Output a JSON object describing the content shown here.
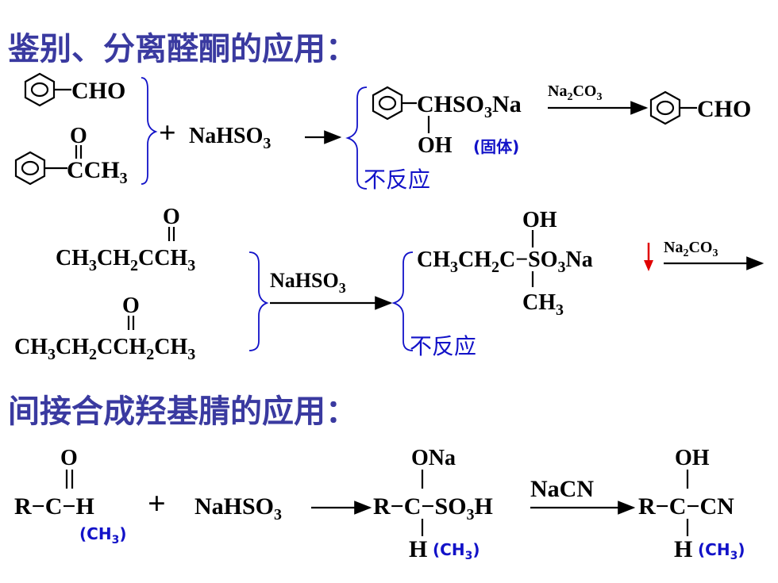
{
  "heading1": "鉴别、分离醛酮的应用：",
  "heading2": "间接合成羟基腈的应用：",
  "r1": {
    "cho_a": "CHO",
    "o": "O",
    "c": "C",
    "ch3": "CH",
    "sub3": "3",
    "plus": "+",
    "nahso": "NaHSO",
    "chso3na": "CHSO",
    "na": "Na",
    "oh": "OH",
    "solid": "(固体)",
    "na2": "Na",
    "co3": "CO",
    "sub2": "2",
    "cho_b": "CHO",
    "no_reaction": "不反应"
  },
  "r2": {
    "o": "O",
    "ketone1": "CH3CH2CCH3",
    "ketone2": "CH3CH2CCH2CH3",
    "reagent": "NaHSO3",
    "oh": "OH",
    "product": "CH3CH2C−SO3Na",
    "ch3": "CH3",
    "na2co3": "Na2CO3",
    "no_reaction": "不反应"
  },
  "r3": {
    "r": "R",
    "c": "C",
    "h": "H",
    "o": "O",
    "ch3_blue": "(CH3)",
    "plus": "+",
    "reagent": "NaHSO3",
    "ona": "ONa",
    "so3h": "SO3H",
    "nacn": "NaCN",
    "oh": "OH",
    "cn": "CN"
  },
  "colors": {
    "heading": "#3a3aa0",
    "annotation": "#1212c8",
    "arrow_down": "#e00000"
  }
}
